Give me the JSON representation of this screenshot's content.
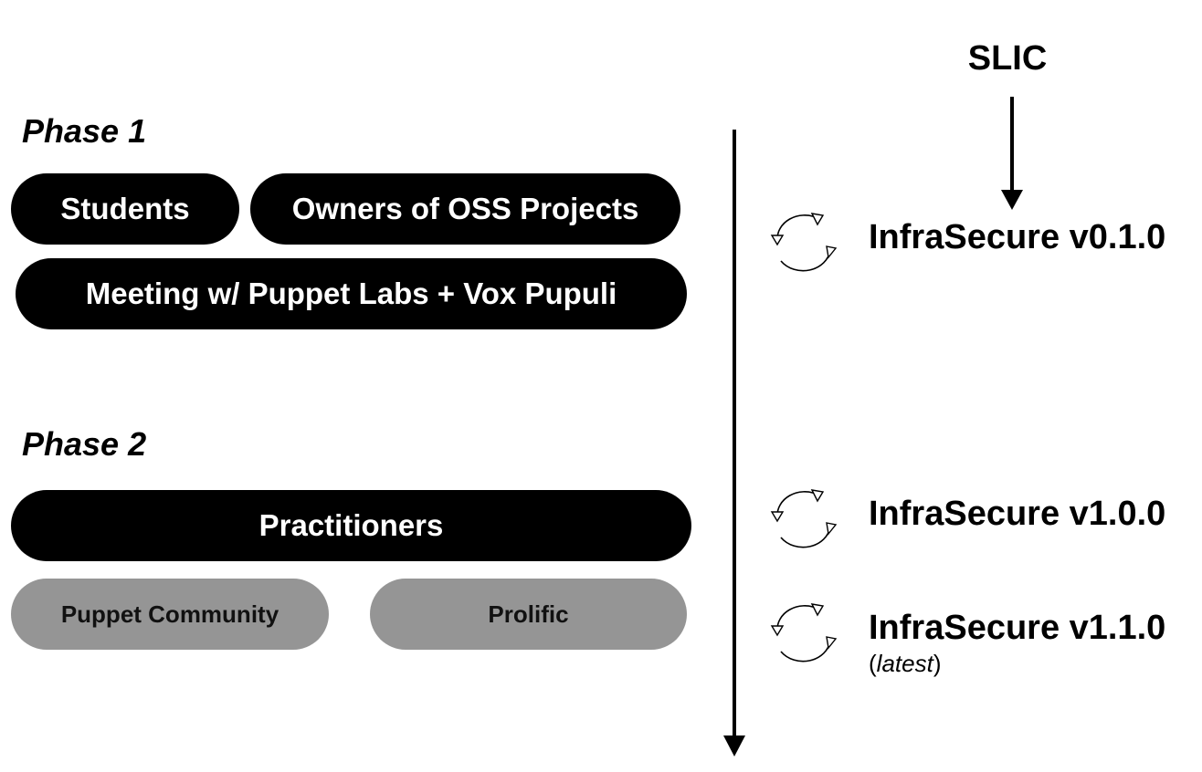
{
  "phase1": {
    "title": "Phase 1",
    "groups": {
      "students": "Students",
      "owners": "Owners of OSS Projects",
      "meeting": "Meeting w/ Puppet Labs + Vox Pupuli"
    }
  },
  "phase2": {
    "title": "Phase 2",
    "groups": {
      "practitioners": "Practitioners",
      "puppet_community": "Puppet Community",
      "prolific": "Prolific"
    }
  },
  "slic": {
    "label": "SLIC"
  },
  "releases": [
    {
      "version": "InfraSecure v0.1.0",
      "icon": "cycle-icon"
    },
    {
      "version": "InfraSecure v1.0.0",
      "icon": "cycle-icon"
    },
    {
      "version": "InfraSecure v1.1.0",
      "icon": "cycle-icon",
      "note_open": "(",
      "note": "latest",
      "note_close": ")"
    }
  ],
  "colors": {
    "dark_pill": "#000000",
    "gray_pill": "#959595",
    "text_on_dark": "#ffffff"
  }
}
